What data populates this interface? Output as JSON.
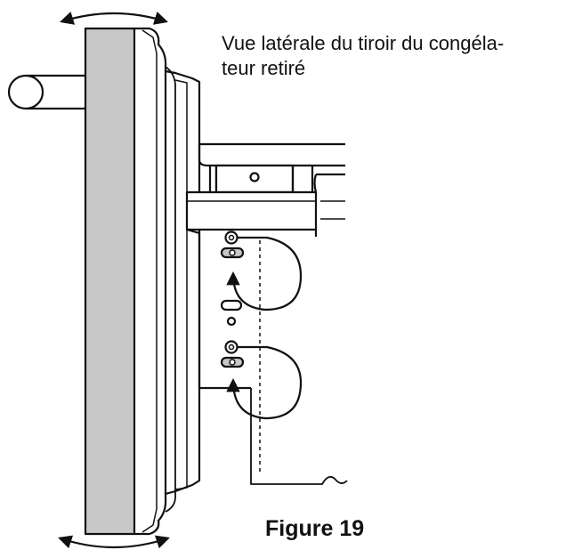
{
  "caption": {
    "line1": "Vue latérale du tiroir du congéla-",
    "line2": "teur retiré"
  },
  "figure_label": "Figure 19",
  "colors": {
    "panel_fill": "#c8c8c8",
    "line": "#111111",
    "background": "#ffffff"
  },
  "icons": [
    "rotate-arrow-top-icon",
    "rotate-arrow-bottom-icon",
    "screw-icon",
    "curved-arrow-icon"
  ]
}
